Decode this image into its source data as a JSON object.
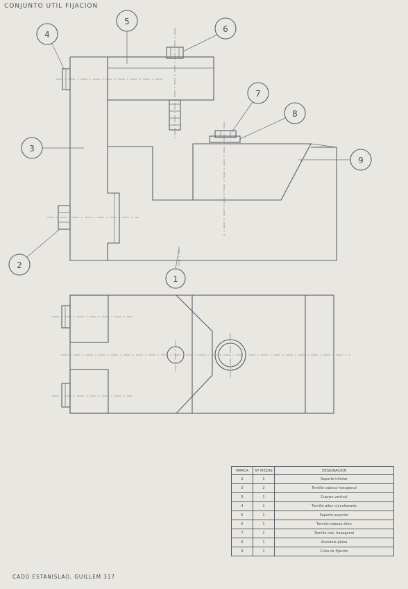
{
  "sheet": {
    "title": "CONJUNTO UTIL FIJACION",
    "author_line": "CADO ESTANISLAO, GUILLEM 317"
  },
  "balloons": [
    {
      "number": "1"
    },
    {
      "number": "2"
    },
    {
      "number": "3"
    },
    {
      "number": "4"
    },
    {
      "number": "5"
    },
    {
      "number": "6"
    },
    {
      "number": "7"
    },
    {
      "number": "8"
    },
    {
      "number": "9"
    }
  ],
  "parts_list": {
    "headers": [
      "MARCA",
      "Nº PIEZAS",
      "DESIGNACION"
    ],
    "rows": [
      [
        "1",
        "1",
        "Soporte inferior"
      ],
      [
        "2",
        "2",
        "Tornillo cabeza hexagonal"
      ],
      [
        "3",
        "1",
        "Cuerpo vertical"
      ],
      [
        "4",
        "2",
        "Tornillo allen c/avellanado"
      ],
      [
        "5",
        "1",
        "Soporte superior"
      ],
      [
        "6",
        "1",
        "Tornillo cabeza allen"
      ],
      [
        "7",
        "1",
        "Tornillo cab. hexagonal"
      ],
      [
        "8",
        "1",
        "Arandela plana"
      ],
      [
        "9",
        "1",
        "Cuña de fijación"
      ]
    ]
  }
}
